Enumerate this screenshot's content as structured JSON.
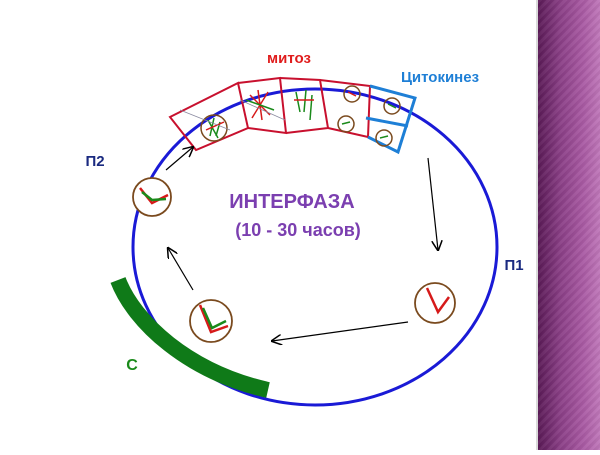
{
  "labels": {
    "mitosis": "митоз",
    "cytokinesis": "Цитокинез",
    "g2": "П2",
    "g1": "П1",
    "s": "С",
    "interphase_title": "ИНТЕРФАЗА",
    "interphase_duration": "(10 - 30 часов)"
  },
  "colors": {
    "cycle_ring": "#1a1ad6",
    "mitosis_label": "#e01c1c",
    "mitosis_cells": "#c8102e",
    "cytokinesis": "#1e7fd6",
    "interphase_text": "#7b3fb0",
    "phase_labels": "#1a2a80",
    "s_label": "#1a8a1a",
    "s_arc": "#0f7a18",
    "chromosome_red": "#d61a1a",
    "chromosome_green": "#1a8a1a",
    "cell_outline": "#7a4a1e",
    "arrow": "#000000",
    "side_band": "#8a3f86"
  },
  "icons": [
    "cell-cycle-ring",
    "mitosis-cells-icon",
    "cytokinesis-cells-icon",
    "chromosome-cell-icon",
    "arrow-icon"
  ]
}
